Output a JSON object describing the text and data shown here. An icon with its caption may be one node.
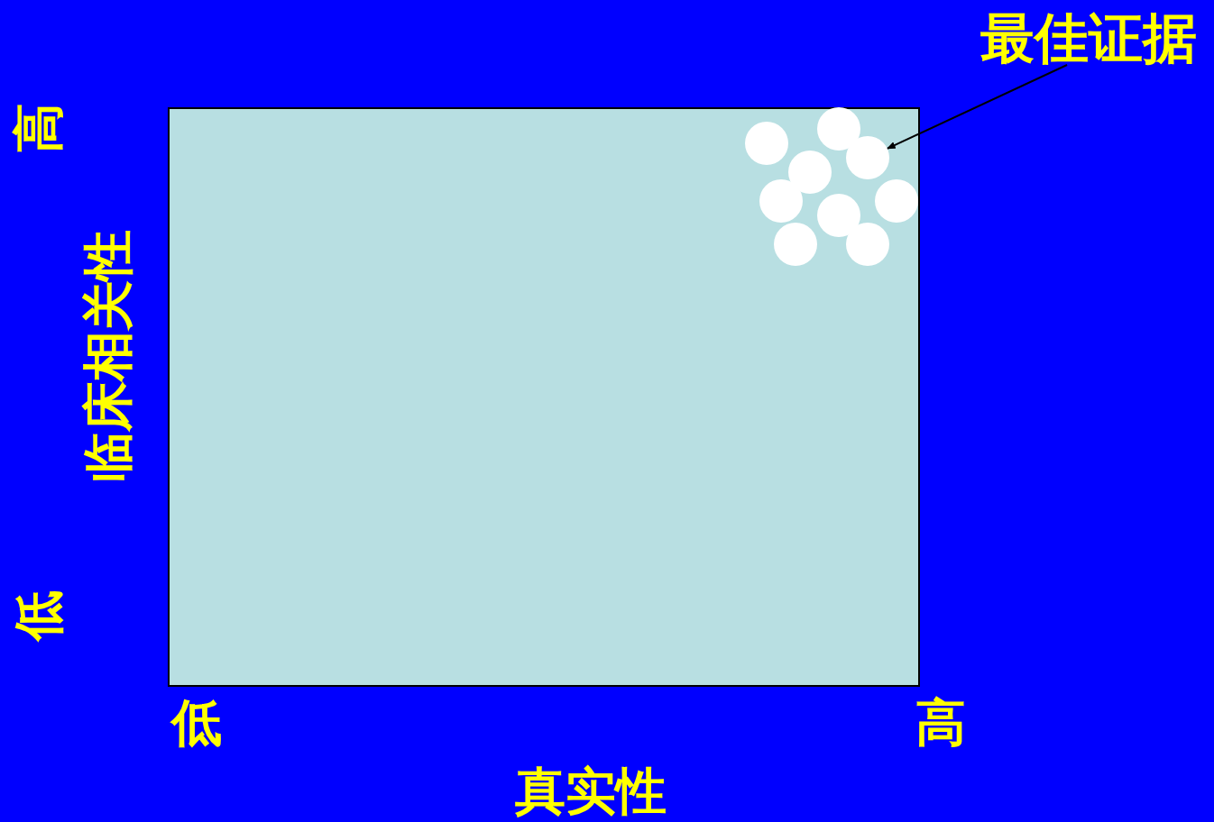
{
  "diagram": {
    "nodes": [
      {
        "text": [
          "最佳证据"
        ]
      },
      {
        "text": [],
        "shape": "circle"
      },
      {
        "text": [],
        "shape": "circle"
      },
      {
        "text": [],
        "shape": "circle"
      },
      {
        "text": [],
        "shape": "circle"
      },
      {
        "text": [],
        "shape": "circle"
      },
      {
        "text": [],
        "shape": "circle"
      },
      {
        "text": [],
        "shape": "circle"
      },
      {
        "text": [],
        "shape": "circle"
      },
      {
        "text": [],
        "shape": "circle"
      }
    ],
    "edges": [
      {
        "from": 0,
        "to": 3,
        "arrow": "to"
      }
    ],
    "labels": [
      "高",
      "临床相关性",
      "低",
      "低",
      "高",
      "真实性"
    ]
  }
}
